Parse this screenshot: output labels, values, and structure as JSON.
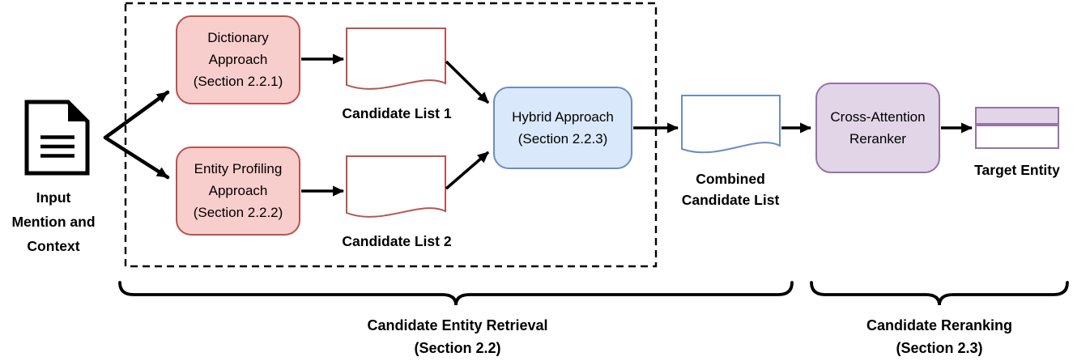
{
  "title": "Entity linking pipeline diagram",
  "colors": {
    "red_fill": "#F8CECC",
    "red_stroke": "#B85450",
    "blue_fill": "#DAE8FC",
    "blue_stroke": "#6C8EBF",
    "purple_fill": "#E1D5E7",
    "purple_stroke": "#9673A6",
    "arrow": "#000000",
    "boundary": "#000000",
    "shape_fill": "#FFFFFF"
  },
  "icons": {
    "input_document": "document-icon"
  },
  "nodes": {
    "input": {
      "label": "Input\nMention and\nContext"
    },
    "dictionary": {
      "label": "Dictionary\nApproach\n(Section 2.2.1)"
    },
    "entity_profiling": {
      "label": "Entity Profiling\nApproach\n(Section 2.2.2)"
    },
    "hybrid": {
      "label": "Hybrid Approach\n(Section 2.2.3)"
    },
    "candidate_list_1": {
      "label": "Candidate List 1"
    },
    "candidate_list_2": {
      "label": "Candidate List 2"
    },
    "combined_list": {
      "label": "Combined\nCandidate List"
    },
    "reranker": {
      "label": "Cross-Attention\nReranker"
    },
    "target_entity": {
      "label": "Target Entity"
    }
  },
  "stages": {
    "retrieval": {
      "label": "Candidate Entity Retrieval\n(Section 2.2)"
    },
    "reranking": {
      "label": "Candidate Reranking\n(Section 2.3)"
    }
  }
}
